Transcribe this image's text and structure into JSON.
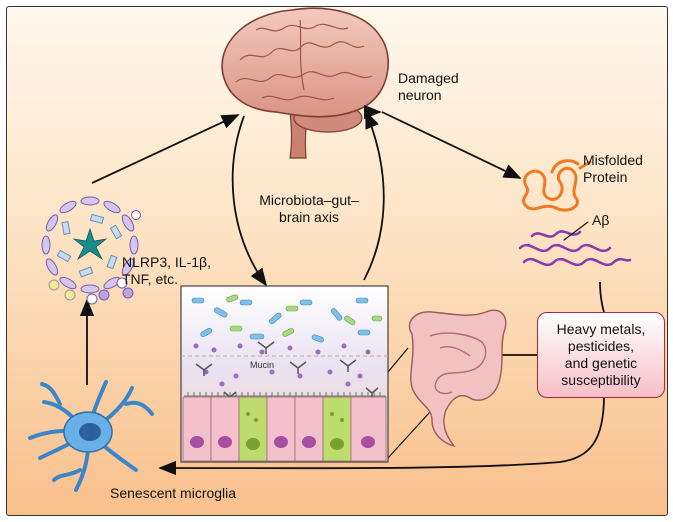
{
  "labels": {
    "damaged_neuron": "Damaged neuron",
    "axis": "Microbiota–gut–brain axis",
    "misfolded": "Misfolded Protein",
    "abeta": "Aβ",
    "inflammasome": "NLRP3, IL-1β, TNF, etc.",
    "microglia": "Senescent microglia",
    "mucin": "Mucin",
    "environment": "Heavy metals,\npesticides,\nand genetic\nsusceptibility"
  },
  "colors": {
    "background_top": "#fff8ee",
    "background_bottom": "#f9c08c",
    "brain": "#e8b0a4",
    "protein": "#f07a20",
    "abeta": "#8a3bb0",
    "microglia": "#6ab0e8",
    "intestine": "#f2c2c2",
    "env_box_border": "#b0243b"
  }
}
